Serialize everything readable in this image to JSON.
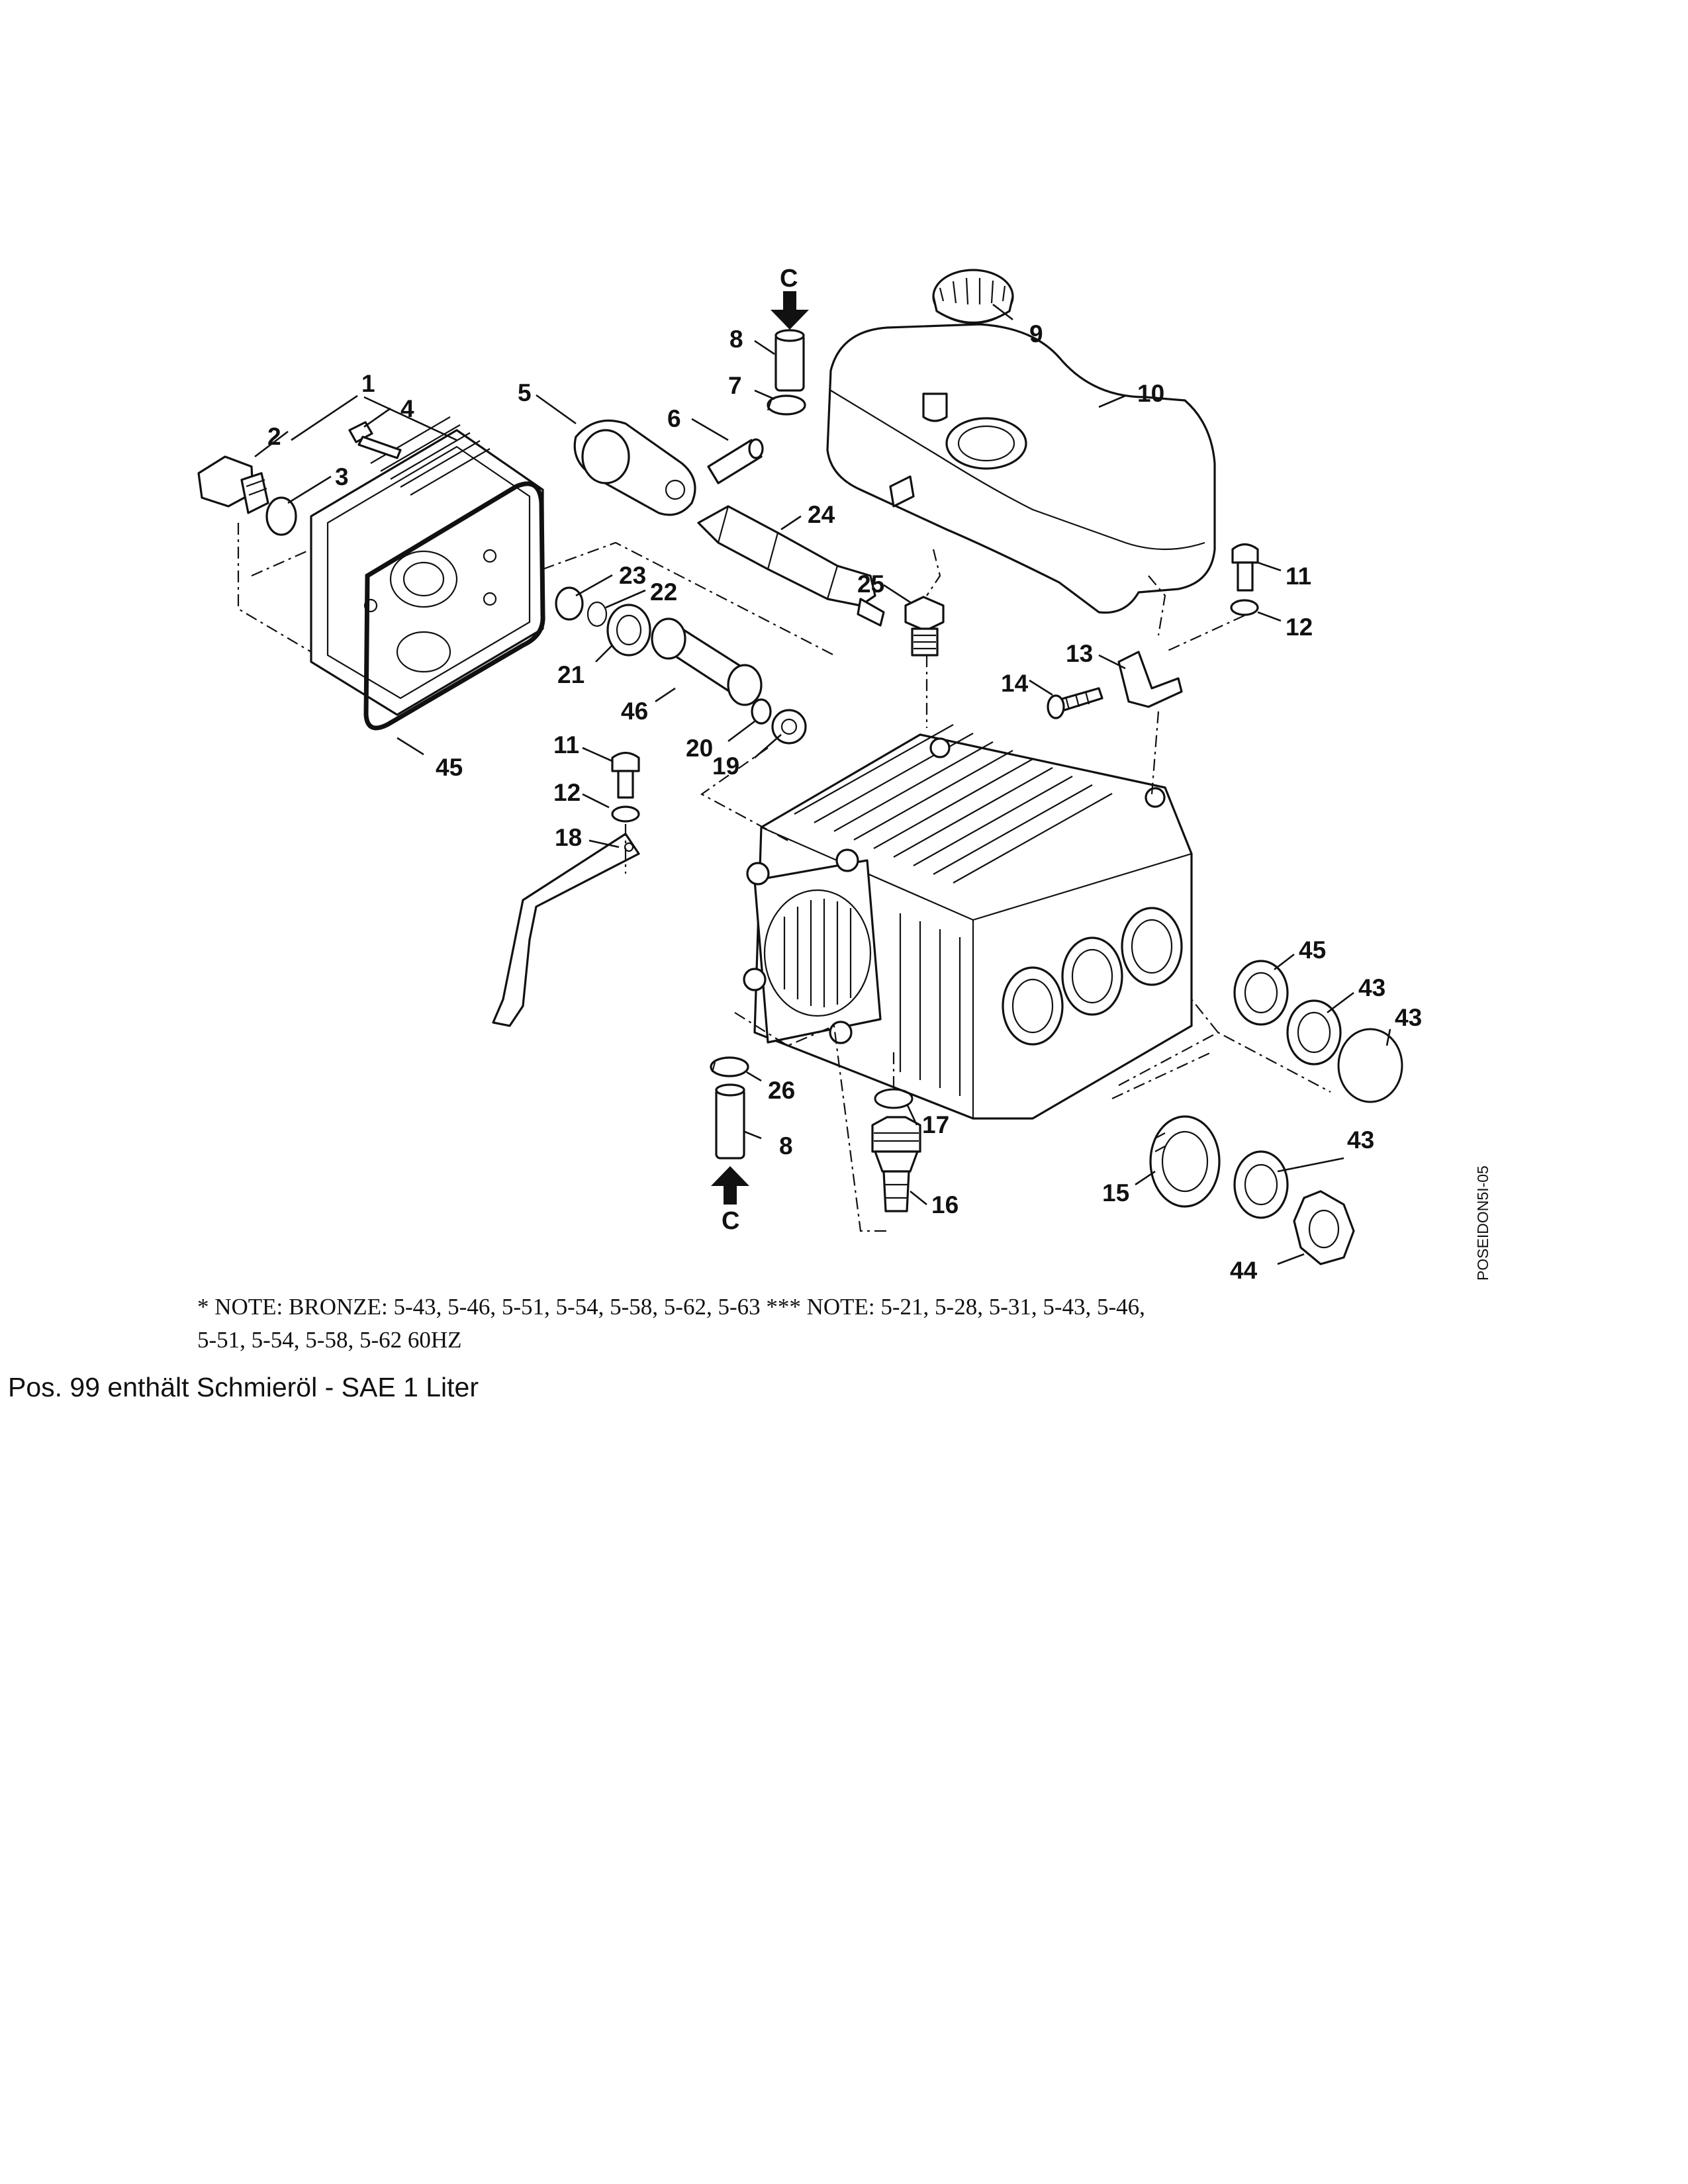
{
  "diagram": {
    "callouts": [
      {
        "id": "1",
        "text": "1"
      },
      {
        "id": "2",
        "text": "2"
      },
      {
        "id": "3",
        "text": "3"
      },
      {
        "id": "4",
        "text": "4"
      },
      {
        "id": "5",
        "text": "5"
      },
      {
        "id": "6",
        "text": "6"
      },
      {
        "id": "7",
        "text": "7"
      },
      {
        "id": "8a",
        "text": "8"
      },
      {
        "id": "9",
        "text": "9"
      },
      {
        "id": "10",
        "text": "10"
      },
      {
        "id": "11a",
        "text": "11"
      },
      {
        "id": "12a",
        "text": "12"
      },
      {
        "id": "13",
        "text": "13"
      },
      {
        "id": "14",
        "text": "14"
      },
      {
        "id": "25",
        "text": "25"
      },
      {
        "id": "24",
        "text": "24"
      },
      {
        "id": "23",
        "text": "23"
      },
      {
        "id": "22",
        "text": "22"
      },
      {
        "id": "21",
        "text": "21"
      },
      {
        "id": "46",
        "text": "46"
      },
      {
        "id": "20",
        "text": "20"
      },
      {
        "id": "19",
        "text": "19"
      },
      {
        "id": "45a",
        "text": "45"
      },
      {
        "id": "11b",
        "text": "11"
      },
      {
        "id": "12b",
        "text": "12"
      },
      {
        "id": "18",
        "text": "18"
      },
      {
        "id": "45b",
        "text": "45"
      },
      {
        "id": "43a",
        "text": "43"
      },
      {
        "id": "43b",
        "text": "43"
      },
      {
        "id": "43c",
        "text": "43"
      },
      {
        "id": "26",
        "text": "26"
      },
      {
        "id": "8b",
        "text": "8"
      },
      {
        "id": "17",
        "text": "17"
      },
      {
        "id": "16",
        "text": "16"
      },
      {
        "id": "15",
        "text": "15"
      },
      {
        "id": "44",
        "text": "44"
      }
    ],
    "flow_label_top": "C",
    "flow_label_bottom": "C",
    "drawing_code": "POSEIDON5I-05"
  },
  "note": {
    "line1": "* NOTE: BRONZE: 5-43, 5-46, 5-51, 5-54, 5-58, 5-62, 5-63 *** NOTE: 5-21, 5-28, 5-31, 5-43, 5-46,",
    "line2": "5-51, 5-54, 5-58, 5-62 60HZ"
  },
  "footer": {
    "text": "Pos. 99 enthält Schmieröl - SAE 1 Liter"
  }
}
